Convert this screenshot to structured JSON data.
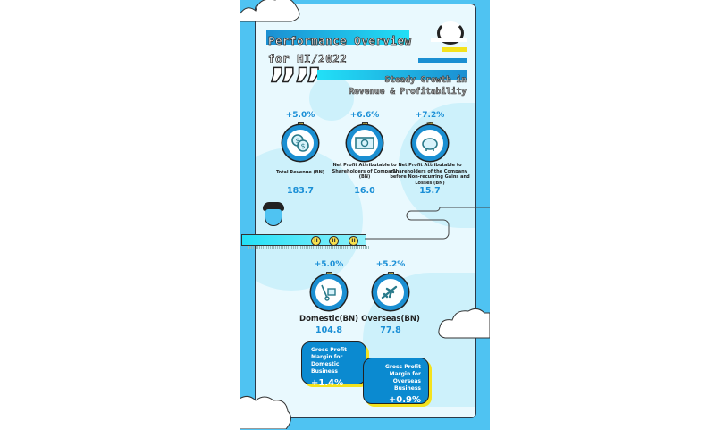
{
  "title": {
    "line1": "Performance Overview",
    "line2": "for HI/2022"
  },
  "subtitle": {
    "line1": "Steady Growth in",
    "line2": "Revenue & Profitability"
  },
  "quote_mark": "”",
  "metrics_top": [
    {
      "change": "+5.0%",
      "icon": "coins-icon",
      "label": "Total Revenue (BN)",
      "value": "183.7"
    },
    {
      "change": "+6.6%",
      "icon": "banknote-icon",
      "label": "Net Profit Attributable to Shareholders of Company (BN)",
      "value": "16.0"
    },
    {
      "change": "+7.2%",
      "icon": "piggy-bank-icon",
      "label": "Net Profit Attributable to Shareholders of the Company before Non-recurring Gains and Losses (BN)",
      "value": "15.7"
    }
  ],
  "metrics_bottom": [
    {
      "change": "+5.0%",
      "icon": "hand-truck-icon",
      "label": "Domestic(BN)",
      "value": "104.8"
    },
    {
      "change": "+5.2%",
      "icon": "airplane-icon",
      "label": "Overseas(BN)",
      "value": "77.8"
    }
  ],
  "bubbles": [
    {
      "label": "Gross Profit Margin for Domestic Business",
      "value": "+1.4%"
    },
    {
      "label": "Gross Profit Margin for Overseas Business",
      "value": "+0.9%"
    }
  ],
  "coin_symbol": "II",
  "colors": {
    "frame": "#4fc3f2",
    "panel": "#e9f9fe",
    "accent": "#1b8fd2",
    "yellow": "#f7e04b"
  }
}
